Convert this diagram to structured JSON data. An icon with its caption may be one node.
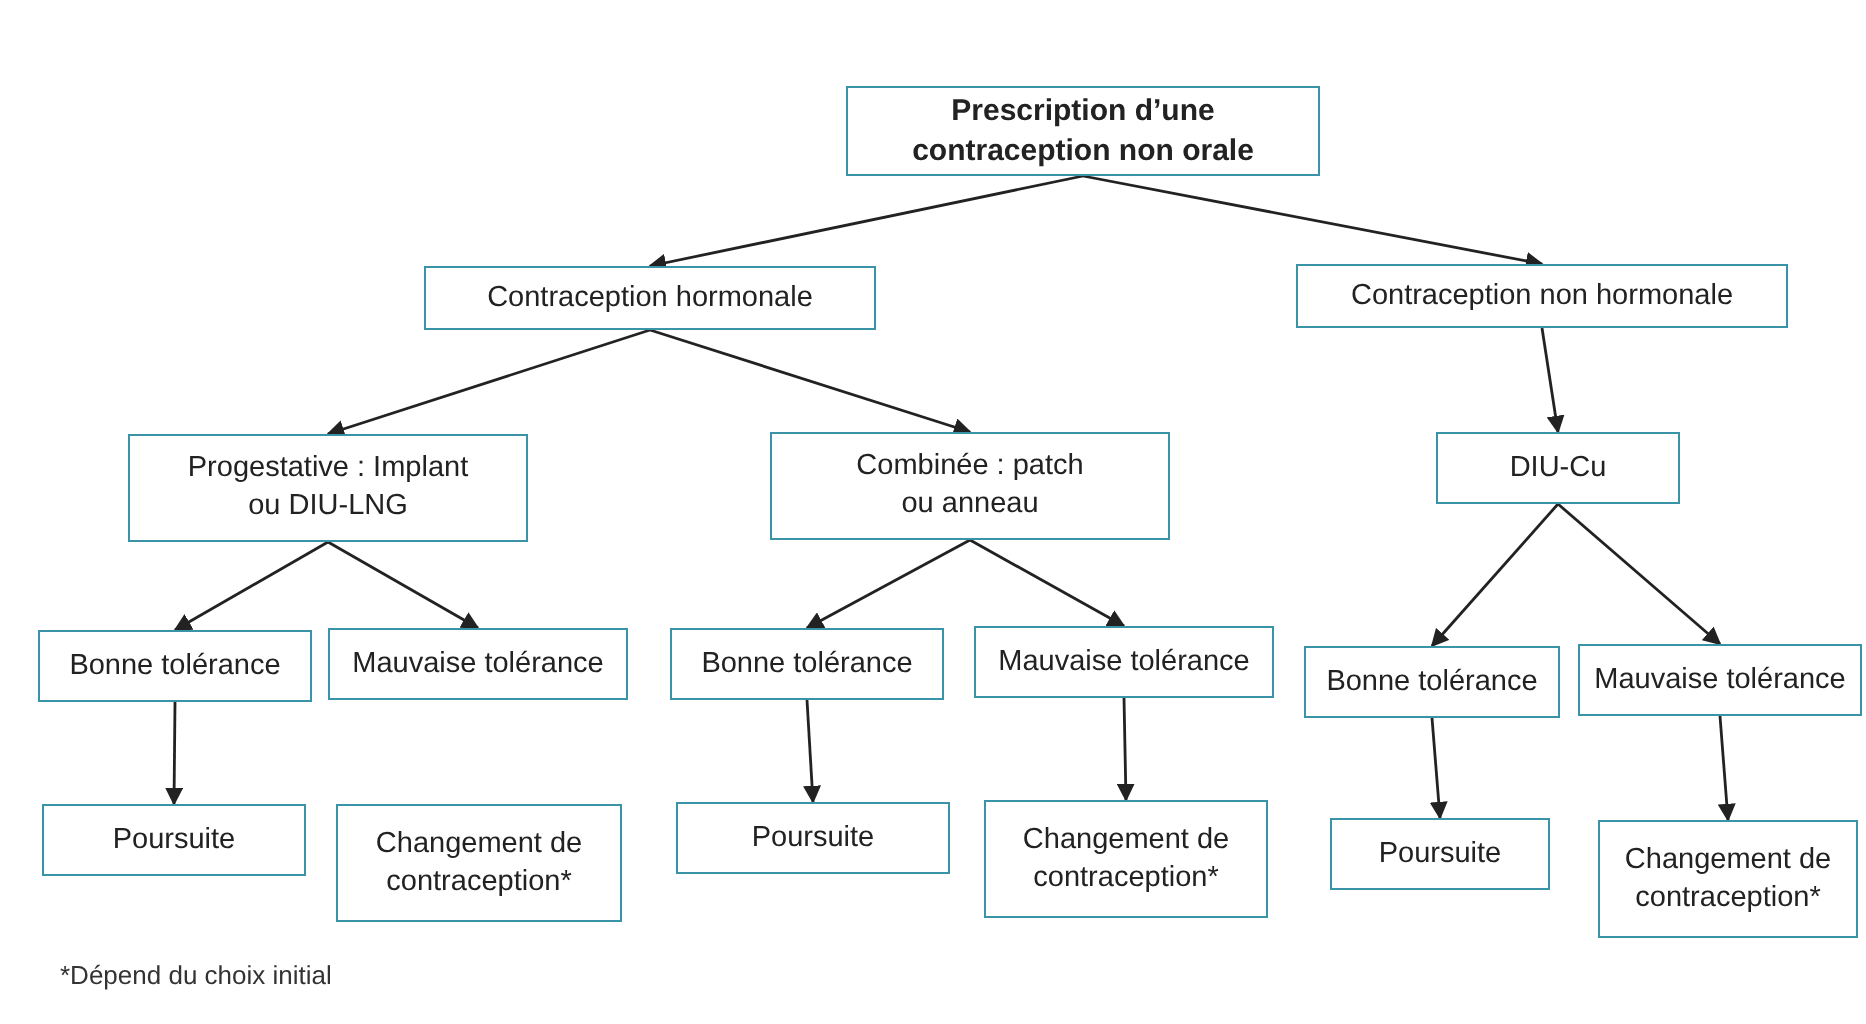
{
  "diagram": {
    "nodes": [
      {
        "text": [
          "Prescription d’une contraception non orale"
        ]
      },
      {
        "text": [
          "Contraception hormonale"
        ]
      },
      {
        "text": [
          "Contraception non hormonale"
        ]
      },
      {
        "text": [
          "Progestative : Implant ou DIU-LNG"
        ]
      },
      {
        "text": [
          "Combinée : patch ou anneau"
        ]
      },
      {
        "text": [
          "DIU-Cu"
        ]
      },
      {
        "text": [
          "Bonne tolérance"
        ]
      },
      {
        "text": [
          "Mauvaise tolérance"
        ]
      },
      {
        "text": [
          "Bonne tolérance"
        ]
      },
      {
        "text": [
          "Mauvaise tolérance"
        ]
      },
      {
        "text": [
          "Bonne tolérance"
        ]
      },
      {
        "text": [
          "Mauvaise tolérance"
        ]
      },
      {
        "text": [
          "Poursuite"
        ]
      },
      {
        "text": [
          "Changement de contraception*"
        ]
      },
      {
        "text": [
          "Poursuite"
        ]
      },
      {
        "text": [
          "Changement de contraception*"
        ]
      },
      {
        "text": [
          "Poursuite"
        ]
      },
      {
        "text": [
          "Changement de contraception*"
        ]
      }
    ],
    "edges": [
      {
        "from": 0,
        "to": 1,
        "arrow": "to"
      },
      {
        "from": 0,
        "to": 2,
        "arrow": "to"
      },
      {
        "from": 1,
        "to": 3,
        "arrow": "to"
      },
      {
        "from": 1,
        "to": 4,
        "arrow": "to"
      },
      {
        "from": 2,
        "to": 5,
        "arrow": "to"
      },
      {
        "from": 3,
        "to": 6,
        "arrow": "to"
      },
      {
        "from": 3,
        "to": 7,
        "arrow": "to"
      },
      {
        "from": 4,
        "to": 8,
        "arrow": "to"
      },
      {
        "from": 4,
        "to": 9,
        "arrow": "to"
      },
      {
        "from": 5,
        "to": 10,
        "arrow": "to"
      },
      {
        "from": 5,
        "to": 11,
        "arrow": "to"
      },
      {
        "from": 6,
        "to": 12,
        "arrow": "to"
      },
      {
        "from": 8,
        "to": 14,
        "arrow": "to"
      },
      {
        "from": 9,
        "to": 15,
        "arrow": "to"
      },
      {
        "from": 10,
        "to": 16,
        "arrow": "to"
      },
      {
        "from": 11,
        "to": 17,
        "arrow": "to"
      }
    ],
    "labels": [
      "*Dépend  du choix initial"
    ]
  }
}
